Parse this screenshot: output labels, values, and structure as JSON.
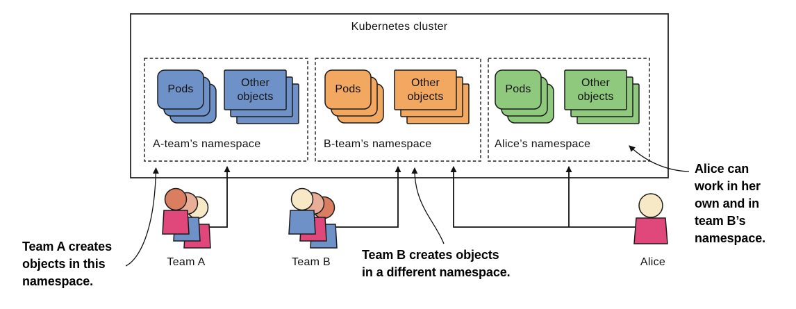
{
  "diagram": {
    "title": "Kubernetes cluster",
    "namespaces": [
      {
        "label": "A-team’s namespace",
        "pods_label": "Pods",
        "other_label": "Other\nobjects",
        "fill": "#6e91c8"
      },
      {
        "label": "B-team’s namespace",
        "pods_label": "Pods",
        "other_label": "Other\nobjects",
        "fill": "#f2a861"
      },
      {
        "label": "Alice’s namespace",
        "pods_label": "Pods",
        "other_label": "Other\nobjects",
        "fill": "#8fc97e"
      }
    ],
    "actors": [
      {
        "label": "Team A"
      },
      {
        "label": "Team B"
      },
      {
        "label": "Alice"
      }
    ],
    "annotations": [
      {
        "text": "Team A creates\nobjects in this\nnamespace."
      },
      {
        "text": "Team B creates objects\nin a different namespace."
      },
      {
        "text": "Alice can\nwork in her\nown and in\nteam B’s\nnamespace."
      }
    ],
    "colors": {
      "namespace_blue": "#6e91c8",
      "namespace_orange": "#f2a861",
      "namespace_green": "#8fc97e",
      "body_pink": "#e0487b",
      "body_blue": "#6e91c8",
      "head_salmon": "#d97e60",
      "head_light_salmon": "#e9ae97",
      "head_cream": "#f8e9c6",
      "outline": "#1a1a1a"
    }
  }
}
